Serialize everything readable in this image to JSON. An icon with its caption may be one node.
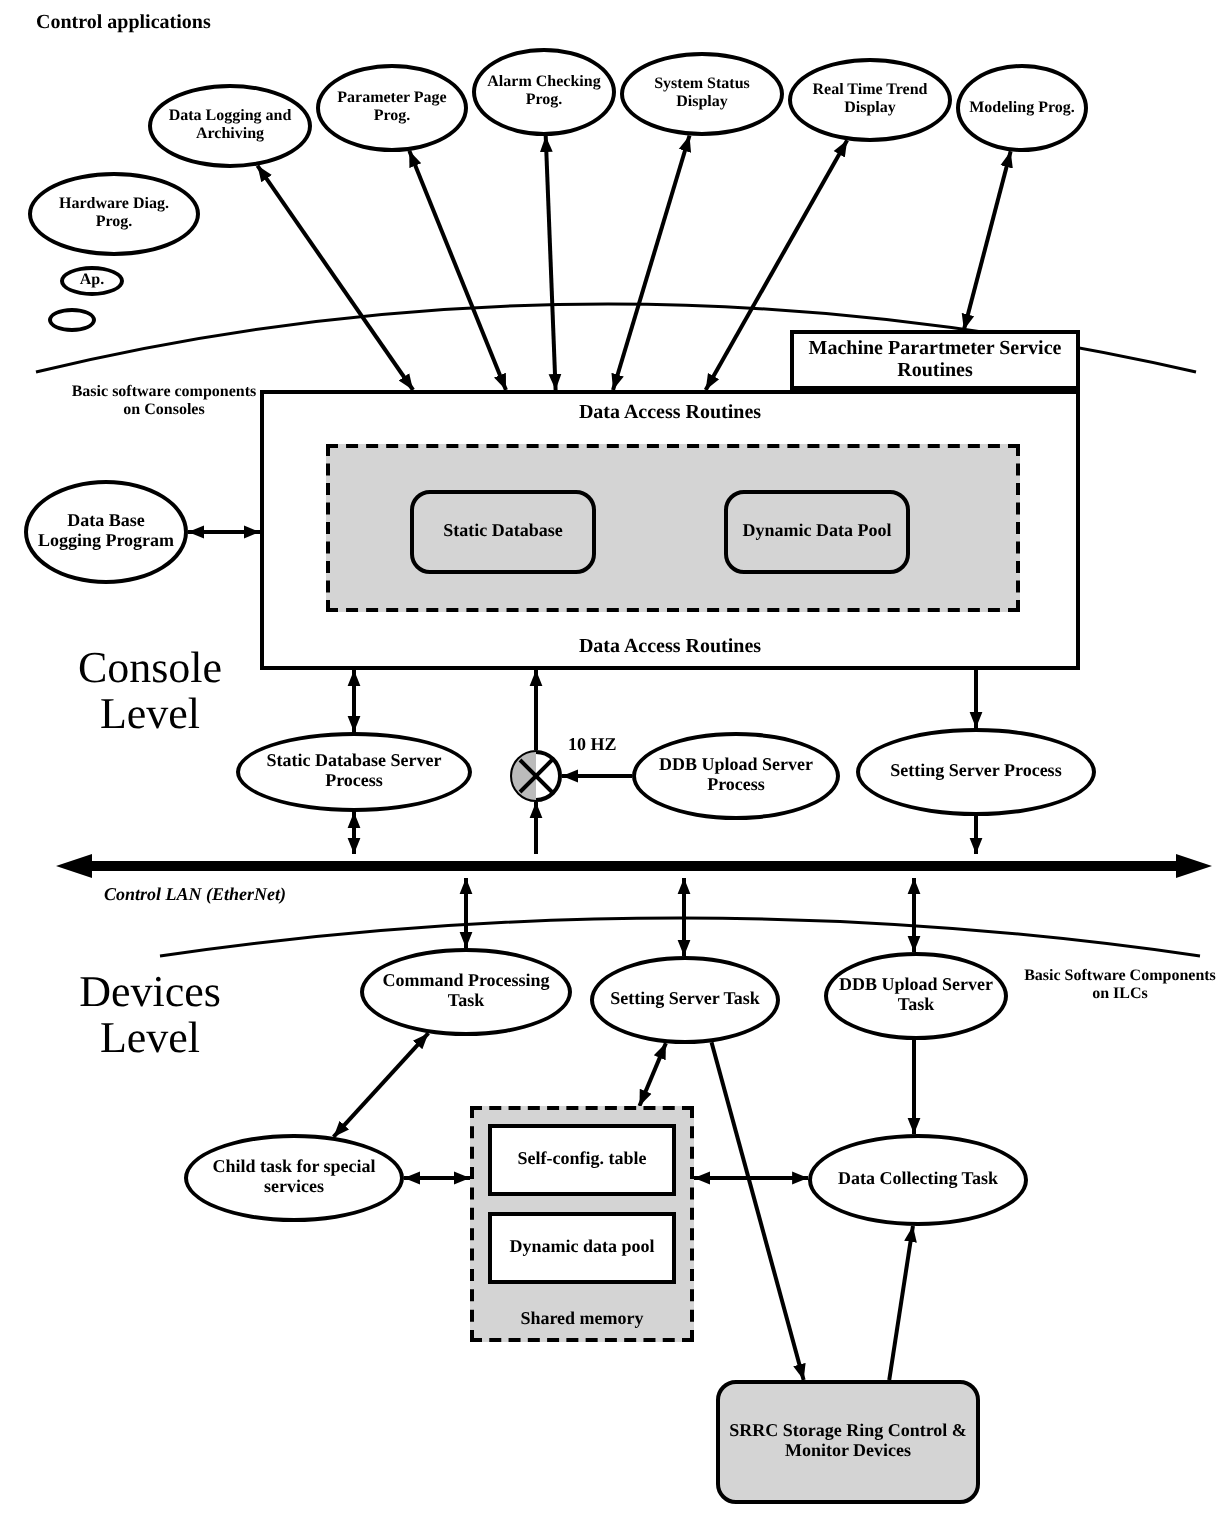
{
  "diagram": {
    "nodes": [
      {
        "text": [
          "Hardware Diag. Prog."
        ]
      },
      {
        "text": [
          "Data Logging and Archiving"
        ]
      },
      {
        "text": [
          "Parameter Page Prog."
        ]
      },
      {
        "text": [
          "Alarm Checking Prog."
        ]
      },
      {
        "text": [
          "System Status Display"
        ]
      },
      {
        "text": [
          "Real Time Trend Display"
        ]
      },
      {
        "text": [
          "Modeling Prog."
        ]
      },
      {
        "text": [
          "Ap."
        ]
      },
      {
        "text": [],
        "shape": "ellipse"
      },
      {
        "text": [
          "Data Access Routines",
          "Data Access Routines"
        ]
      },
      {
        "text": [
          "Machine Parartmeter Service Routines"
        ]
      },
      {
        "text": [],
        "shape": "box",
        "in": 9
      },
      {
        "text": [
          "Static Database"
        ],
        "in": 11
      },
      {
        "text": [
          "Dynamic Data Pool"
        ],
        "in": 11
      },
      {
        "text": [
          "Data Base Logging Program"
        ]
      },
      {
        "text": [
          "Static Database Server Process"
        ]
      },
      {
        "text": [],
        "shape": "circle"
      },
      {
        "text": [
          "DDB Upload Server Process"
        ]
      },
      {
        "text": [
          "Setting Server Process"
        ]
      },
      {
        "text": [],
        "shape": "bar",
        "beside": [
          "Control LAN (EtherNet)"
        ]
      },
      {
        "text": [
          "Command Processing Task"
        ]
      },
      {
        "text": [
          "Setting Server Task"
        ]
      },
      {
        "text": [
          "DDB Upload Server Task"
        ]
      },
      {
        "text": [
          "Child task for special services"
        ]
      },
      {
        "text": [
          "Shared memory"
        ]
      },
      {
        "text": [
          "Self-config. table"
        ],
        "in": 24
      },
      {
        "text": [
          "Dynamic data pool"
        ],
        "in": 24
      },
      {
        "text": [
          "Data Collecting Task"
        ]
      },
      {
        "text": [
          "SRRC Storage Ring Control & Monitor Devices"
        ]
      }
    ],
    "edges": [
      {
        "from": 1,
        "to": 9,
        "arrow": "both"
      },
      {
        "from": 2,
        "to": 9,
        "arrow": "both"
      },
      {
        "from": 3,
        "to": 9,
        "arrow": "both"
      },
      {
        "from": 4,
        "to": 9,
        "arrow": "both"
      },
      {
        "from": 5,
        "to": 9,
        "arrow": "both"
      },
      {
        "from": 6,
        "to": 10,
        "arrow": "both"
      },
      {
        "from": 14,
        "to": 9,
        "arrow": "both"
      },
      {
        "from": 9,
        "to": 15,
        "arrow": "both"
      },
      {
        "from": 16,
        "to": 9,
        "arrow": "to"
      },
      {
        "from": 17,
        "to": 16,
        "arrow": "to"
      },
      {
        "from": 9,
        "to": 18,
        "arrow": "to"
      },
      {
        "from": 15,
        "to": 19,
        "arrow": "both"
      },
      {
        "from": 19,
        "to": 16,
        "arrow": "to"
      },
      {
        "from": 18,
        "to": 19,
        "arrow": "to"
      },
      {
        "from": 19,
        "to": 20,
        "arrow": "both"
      },
      {
        "from": 19,
        "to": 21,
        "arrow": "both"
      },
      {
        "from": 19,
        "to": 22,
        "arrow": "both"
      },
      {
        "from": 20,
        "to": 23,
        "arrow": "both"
      },
      {
        "from": 21,
        "to": 24,
        "arrow": "both"
      },
      {
        "from": 21,
        "to": 28,
        "arrow": "to"
      },
      {
        "from": 22,
        "to": 27,
        "arrow": "to"
      },
      {
        "from": 23,
        "to": 24,
        "arrow": "both"
      },
      {
        "from": 24,
        "to": 27,
        "arrow": "both"
      },
      {
        "from": 28,
        "to": 27,
        "arrow": "to"
      }
    ],
    "labels": [
      "Control applications",
      "Basic software components on Consoles",
      "Console Level",
      "10 HZ",
      "Devices Level",
      "Basic Software Components on ILCs"
    ]
  }
}
